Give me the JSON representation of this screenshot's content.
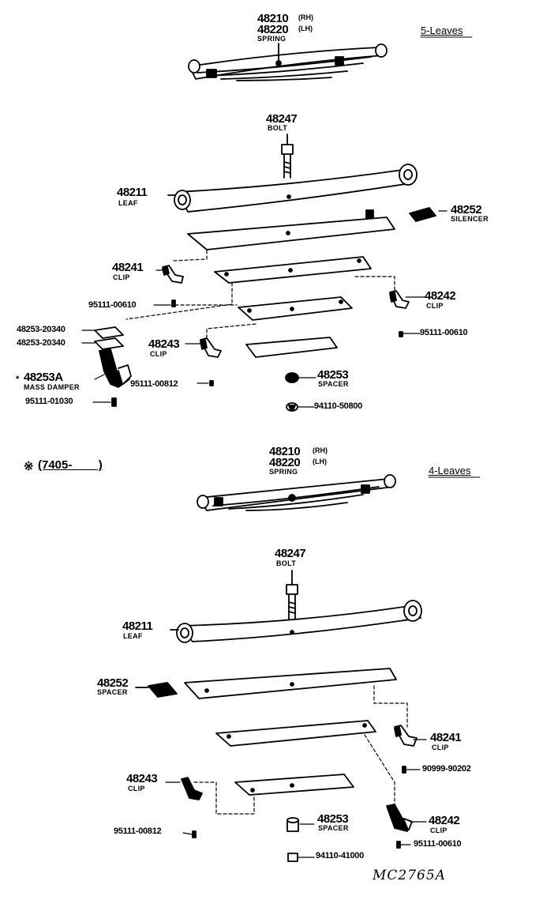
{
  "top": {
    "spring": {
      "pn_rh": "48210",
      "rh": "(RH)",
      "pn_lh": "48220",
      "lh": "(LH)",
      "name": "SPRING"
    },
    "leaves": "5-Leaves",
    "bolt": {
      "pn": "48247",
      "name": "BOLT"
    },
    "leaf": {
      "pn": "48211",
      "name": "LEAF"
    },
    "silencer": {
      "pn": "48252",
      "name": "SILENCER"
    },
    "clip1": {
      "pn": "48241",
      "name": "CLIP"
    },
    "clip2": {
      "pn": "48242",
      "name": "CLIP"
    },
    "clip3": {
      "pn": "48243",
      "name": "CLIP"
    },
    "rivet1": "95111-00610",
    "rivet2": "95111-00610",
    "rivet3": "95111-00812",
    "rivet4": "95111-01030",
    "damper_a": "48253-20340",
    "damper_b": "48253-20340",
    "mass_damper": {
      "pn": "48253A",
      "name": "MASS DAMPER",
      "mark": "*"
    },
    "spacer": {
      "pn": "48253",
      "name": "SPACER"
    },
    "nut": "94110-50800"
  },
  "middle": {
    "mark": "※",
    "range": "(7405-        )"
  },
  "bottom": {
    "spring": {
      "pn_rh": "48210",
      "rh": "(RH)",
      "pn_lh": "48220",
      "lh": "(LH)",
      "name": "SPRING"
    },
    "leaves": "4-Leaves",
    "bolt": {
      "pn": "48247",
      "name": "BOLT"
    },
    "leaf": {
      "pn": "48211",
      "name": "LEAF"
    },
    "spacer_pad": {
      "pn": "48252",
      "name": "SPACER"
    },
    "clip1": {
      "pn": "48241",
      "name": "CLIP"
    },
    "clip2": {
      "pn": "48242",
      "name": "CLIP"
    },
    "clip3": {
      "pn": "48243",
      "name": "CLIP"
    },
    "rivet1": "90999-90202",
    "rivet2": "95111-00812",
    "rivet3": "95111-00610",
    "spacer": {
      "pn": "48253",
      "name": "SPACER"
    },
    "nut": "94110-41000"
  },
  "footer": {
    "code": "MC2765A"
  }
}
